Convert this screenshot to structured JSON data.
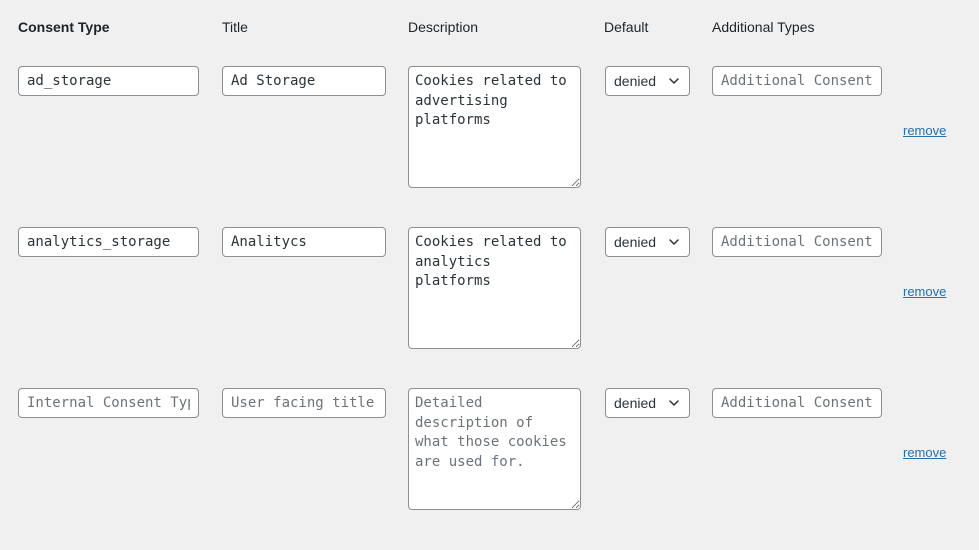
{
  "headers": {
    "consent_type": "Consent Type",
    "title": "Title",
    "description": "Description",
    "default": "Default",
    "additional_types": "Additional Types"
  },
  "rows": [
    {
      "key_value": "ad_storage",
      "key_placeholder": "Internal Consent Type",
      "title_value": "Ad Storage",
      "title_placeholder": "User facing title",
      "description_value": "Cookies related to advertising platforms",
      "description_placeholder": "Detailed description of what those cookies are used for.",
      "default_value": "denied",
      "additional_value": "",
      "additional_placeholder": "Additional Consent Types",
      "remove_label": "remove"
    },
    {
      "key_value": "analytics_storage",
      "key_placeholder": "Internal Consent Type",
      "title_value": "Analitycs",
      "title_placeholder": "User facing title",
      "description_value": "Cookies related to analytics platforms",
      "description_placeholder": "Detailed description of what those cookies are used for.",
      "default_value": "denied",
      "additional_value": "",
      "additional_placeholder": "Additional Consent Types",
      "remove_label": "remove"
    },
    {
      "key_value": "",
      "key_placeholder": "Internal Consent Type",
      "title_value": "",
      "title_placeholder": "User facing title",
      "description_value": "",
      "description_placeholder": "Detailed description of what those cookies are used for.",
      "default_value": "denied",
      "additional_value": "",
      "additional_placeholder": "Additional Consent Types",
      "remove_label": "remove"
    }
  ],
  "icons": {
    "select_chevron": "chevron-down-icon"
  },
  "colors": {
    "page_background": "#f0f0f1",
    "link": "#2271b1",
    "input_border": "#8c8f94",
    "text": "#1d2327"
  }
}
